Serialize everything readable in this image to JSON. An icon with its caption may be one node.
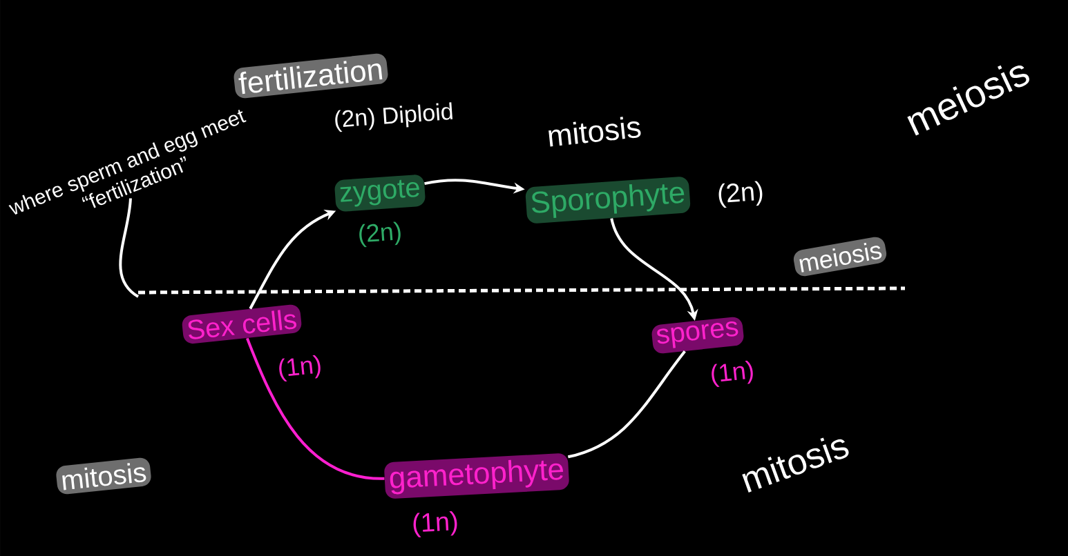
{
  "diagram": {
    "nodes": [
      {
        "text": [
          "zygote"
        ],
        "beside": [
          "(2n)"
        ]
      },
      {
        "text": [
          "Sporophyte"
        ],
        "beside": [
          "(2n)"
        ]
      },
      {
        "text": [
          "Sex cells"
        ],
        "beside": [
          "(1n)"
        ]
      },
      {
        "text": [
          "spores"
        ],
        "beside": [
          "(1n)"
        ]
      },
      {
        "text": [
          "gametophyte"
        ],
        "beside": [
          "(1n)"
        ]
      },
      {
        "text": [
          "fertilization"
        ]
      },
      {
        "text": [
          "meiosis"
        ]
      },
      {
        "text": [
          "mitosis"
        ]
      },
      {
        "text": [
          "where sperm and egg meet",
          "“fertilization”"
        ]
      }
    ],
    "edges": [
      {
        "from": 2,
        "to": 0,
        "arrow": "to"
      },
      {
        "from": 0,
        "to": 1,
        "arrow": "to"
      },
      {
        "from": 1,
        "to": 3,
        "arrow": "to"
      },
      {
        "from": 3,
        "to": 4,
        "arrow": "none"
      },
      {
        "from": 4,
        "to": 2,
        "arrow": "none",
        "color": "#ff1fd0"
      },
      {
        "from": 8,
        "to": null,
        "arrow": "none"
      }
    ],
    "labels": [
      "(2n) Diploid",
      "mitosis",
      "meiosis",
      "mitosis"
    ]
  }
}
